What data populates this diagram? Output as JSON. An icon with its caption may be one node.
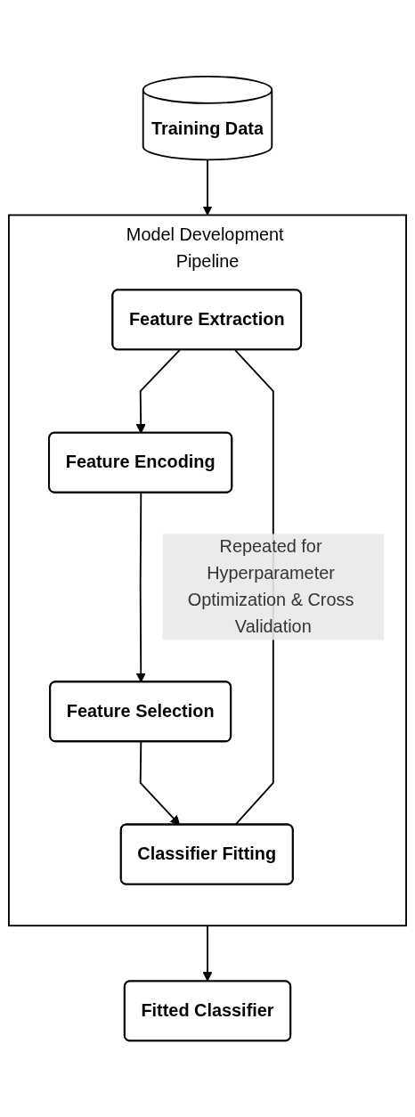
{
  "diagram": {
    "nodes": [
      {
        "text": [
          "Training Data"
        ]
      },
      {
        "text": [
          "Model Development Pipeline"
        ]
      },
      {
        "text": [
          "Feature Extraction"
        ],
        "in": 1
      },
      {
        "text": [
          "Feature Encoding"
        ],
        "in": 1
      },
      {
        "text": [
          "Feature Selection"
        ],
        "in": 1
      },
      {
        "text": [
          "Classifier Fitting"
        ],
        "in": 1
      },
      {
        "text": [
          "Fitted Classifier"
        ]
      }
    ],
    "edges": [
      {
        "from": 0,
        "to": 1,
        "arrow": "to"
      },
      {
        "from": 2,
        "to": 3,
        "arrow": "to"
      },
      {
        "from": 3,
        "to": 4,
        "arrow": "to"
      },
      {
        "from": 4,
        "to": 5,
        "arrow": "to"
      },
      {
        "from": 5,
        "to": 2,
        "arrow": "none",
        "label": "Repeated for Hyperparameter Optimization & Cross Validation"
      },
      {
        "from": 1,
        "to": 6,
        "arrow": "to"
      }
    ]
  }
}
